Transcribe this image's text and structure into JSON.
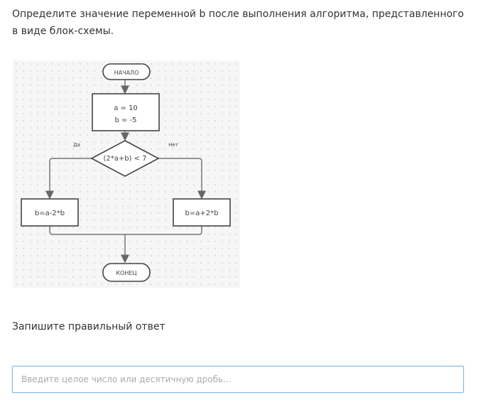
{
  "question": "Определите значение переменной b после выполнения алгоритма, представленного в виде блок-схемы.",
  "flowchart": {
    "start": "НАЧАЛО",
    "init_line1": "a = 10",
    "init_line2": "b = -5",
    "condition": "(2*a+b) < 7",
    "yes_label": "Да",
    "no_label": "Нет",
    "yes_action": "b=a-2*b",
    "no_action": "b=a+2*b",
    "end": "КОНЕЦ"
  },
  "prompt": "Запишите правильный ответ",
  "answer": {
    "value": "",
    "placeholder": "Введите целое число или десятичную дробь..."
  }
}
